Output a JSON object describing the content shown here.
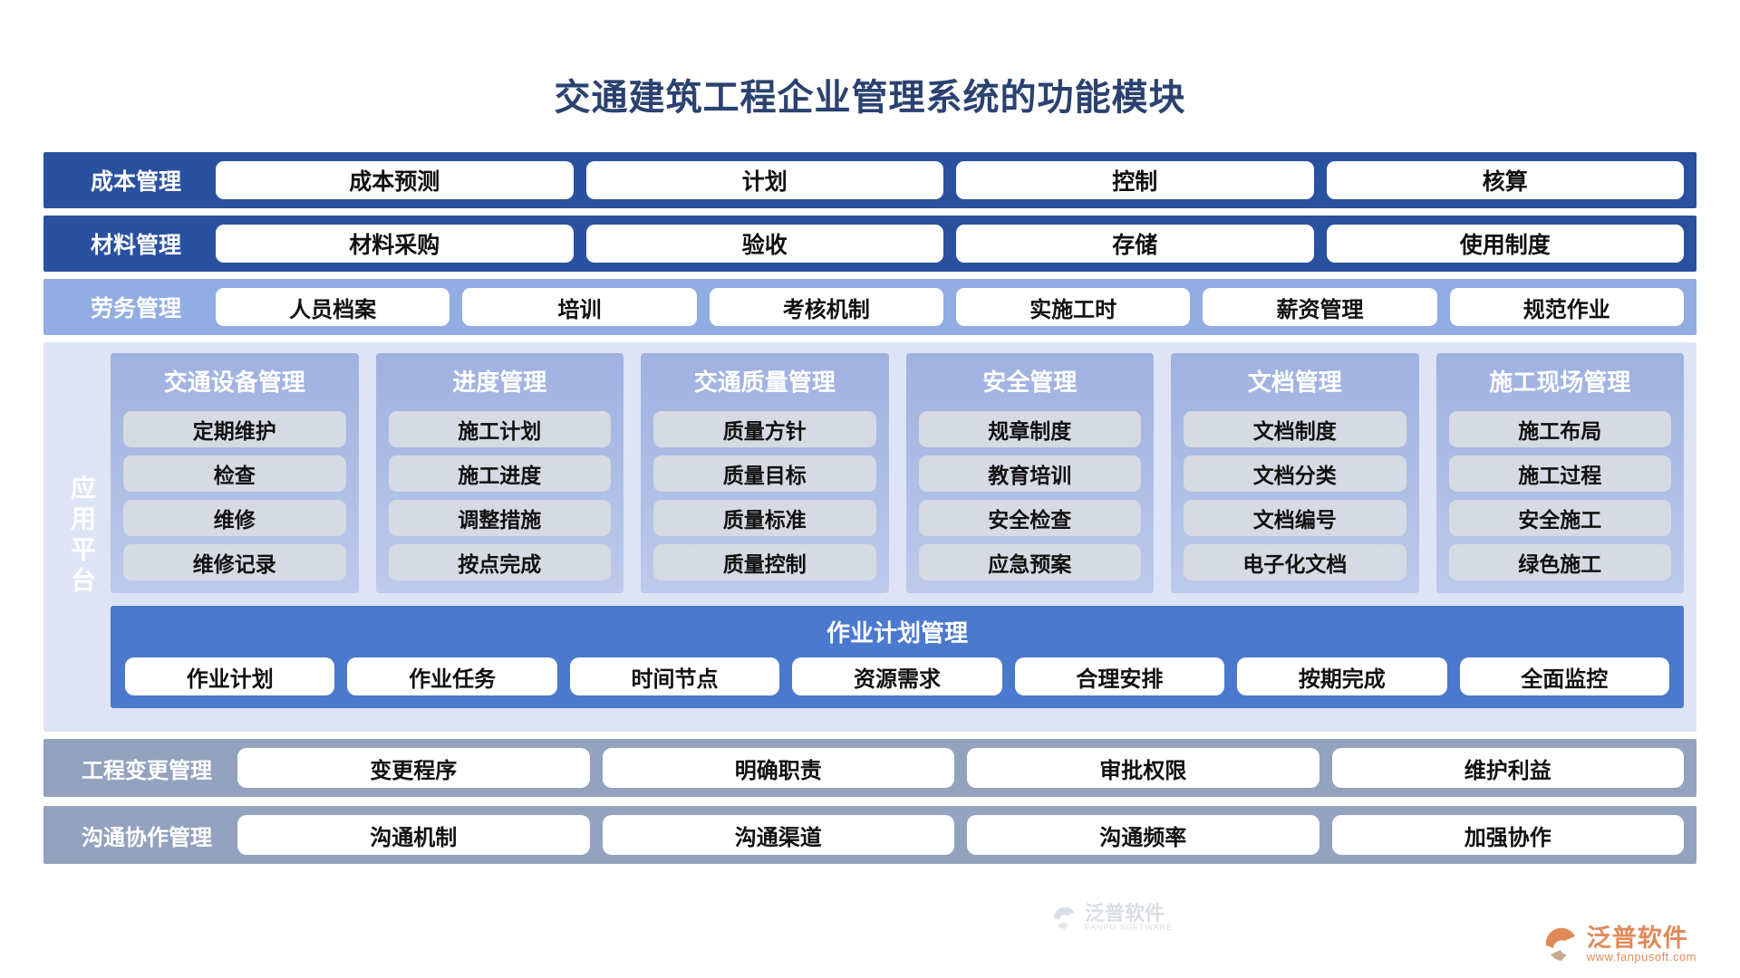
{
  "title": "交通建筑工程企业管理系统的功能模块",
  "colors": {
    "title": "#2B4270",
    "band_dark": "#2A51A0",
    "band_mid": "#92ADE3",
    "band_gray": "#93A2BE",
    "platform_bg": "#DEE4F6",
    "column_bg": "#AFBEE6",
    "chip_bg": "#D6DAE2",
    "op_band": "#4A79CE",
    "logo": "#E08A5A"
  },
  "top_bands": [
    {
      "label": "成本管理",
      "style": "dark",
      "items": [
        "成本预测",
        "计划",
        "控制",
        "核算"
      ]
    },
    {
      "label": "材料管理",
      "style": "dark",
      "items": [
        "材料采购",
        "验收",
        "存储",
        "使用制度"
      ]
    },
    {
      "label": "劳务管理",
      "style": "mid",
      "items": [
        "人员档案",
        "培训",
        "考核机制",
        "实施工时",
        "薪资管理",
        "规范作业"
      ]
    }
  ],
  "platform": {
    "label": "应用平台",
    "columns": [
      {
        "title": "交通设备管理",
        "items": [
          "定期维护",
          "检查",
          "维修",
          "维修记录"
        ]
      },
      {
        "title": "进度管理",
        "items": [
          "施工计划",
          "施工进度",
          "调整措施",
          "按点完成"
        ]
      },
      {
        "title": "交通质量管理",
        "items": [
          "质量方针",
          "质量目标",
          "质量标准",
          "质量控制"
        ]
      },
      {
        "title": "安全管理",
        "items": [
          "规章制度",
          "教育培训",
          "安全检查",
          "应急预案"
        ]
      },
      {
        "title": "文档管理",
        "items": [
          "文档制度",
          "文档分类",
          "文档编号",
          "电子化文档"
        ]
      },
      {
        "title": "施工现场管理",
        "items": [
          "施工布局",
          "施工过程",
          "安全施工",
          "绿色施工"
        ]
      }
    ],
    "operation_band": {
      "title": "作业计划管理",
      "items": [
        "作业计划",
        "作业任务",
        "时间节点",
        "资源需求",
        "合理安排",
        "按期完成",
        "全面监控"
      ]
    }
  },
  "bottom_bands": [
    {
      "label": "工程变更管理",
      "style": "gray",
      "items": [
        "变更程序",
        "明确职责",
        "审批权限",
        "维护利益"
      ]
    },
    {
      "label": "沟通协作管理",
      "style": "gray",
      "items": [
        "沟通机制",
        "沟通渠道",
        "沟通频率",
        "加强协作"
      ]
    }
  ],
  "watermark": {
    "cn": "泛普软件",
    "en": "FANPU SOFTWARE"
  },
  "logo": {
    "cn": "泛普软件",
    "en": "www.fanpusoft.com"
  }
}
